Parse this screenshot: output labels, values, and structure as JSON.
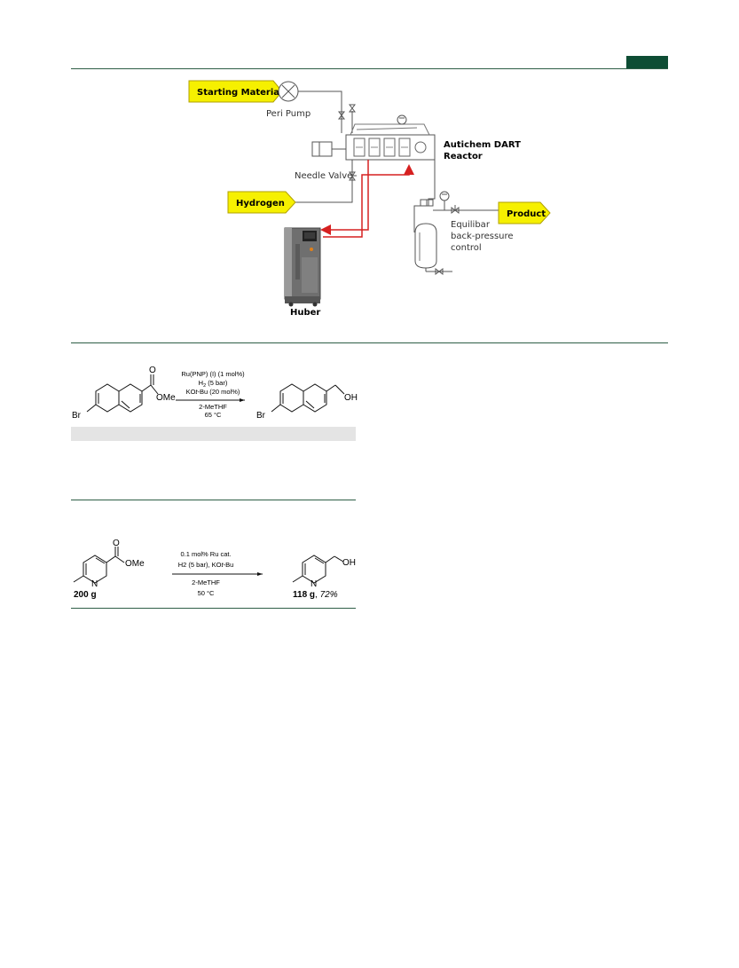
{
  "colors": {
    "accent_green": "#0e4d34",
    "rule_green": "#2e5e46",
    "tag_yellow": "#f6f000",
    "flow_red": "#d62020",
    "band_gray": "#e4e4e4"
  },
  "flow_diagram": {
    "starting_material": "Starting Material",
    "peri_pump": "Peri Pump",
    "needle_valve": "Needle Valve",
    "hydrogen": "Hydrogen",
    "reactor_line1": "Autichem DART",
    "reactor_line2": "Reactor",
    "product": "Product",
    "bpr_line1": "Equilibar",
    "bpr_line2": "back-pressure",
    "bpr_line3": "control",
    "huber": "Huber"
  },
  "scheme1": {
    "cond1": "Ru(PNP) (I) (1 mol%)",
    "cond2_pre": "H",
    "cond2_sub": "2",
    "cond2_post": " (5 bar)",
    "cond3_pre": "KO",
    "cond3_it": "t",
    "cond3_post": "-Bu (20 mol%)",
    "cond4": "2-MeTHF",
    "cond5": "65 °C",
    "sm_br": "Br",
    "sm_ome": "OMe",
    "sm_o": "O",
    "pr_br": "Br",
    "pr_oh": "OH"
  },
  "scheme2": {
    "cond1": "0.1 mol% Ru cat.",
    "cond2_pre": "H2 (5 bar), KO",
    "cond2_it": "t",
    "cond2_post": "-Bu",
    "cond3": "2-MeTHF",
    "cond4": "50 °C",
    "sm_o": "O",
    "sm_ome": "OMe",
    "sm_n": "N",
    "sm_amount": "200 g",
    "pr_n": "N",
    "pr_oh": "OH",
    "pr_amount": "118 g",
    "pr_sep": ", ",
    "pr_yield": "72%"
  }
}
